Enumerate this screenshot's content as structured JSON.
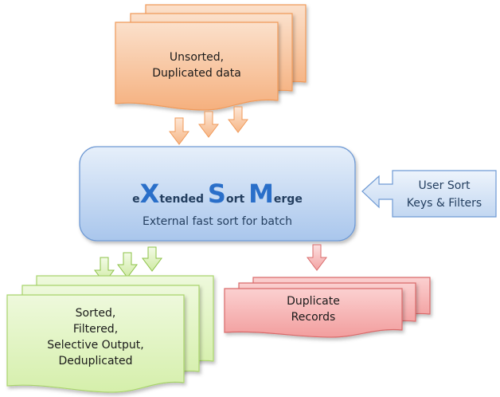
{
  "input_doc": {
    "lines": [
      "Unsorted,",
      "Duplicated data"
    ]
  },
  "xsm_box": {
    "title_parts": [
      {
        "text": "e",
        "big": false
      },
      {
        "text": "X",
        "big": true
      },
      {
        "text": "tended ",
        "big": false
      },
      {
        "text": "S",
        "big": true
      },
      {
        "text": "ort ",
        "big": false
      },
      {
        "text": "M",
        "big": true
      },
      {
        "text": "erge",
        "big": false
      }
    ],
    "subtitle": "External fast sort for batch"
  },
  "user_input": {
    "lines": [
      "User Sort",
      "Keys & Filters"
    ]
  },
  "output_doc": {
    "lines": [
      "Sorted,",
      "Filtered,",
      "Selective Output,",
      "Deduplicated"
    ]
  },
  "duplicates_doc": {
    "lines": [
      "Duplicate",
      "Records"
    ]
  },
  "colors": {
    "orange": "#f8c29a",
    "orange_stroke": "#f09a5a",
    "blue": "#c7dbf3",
    "blue_stroke": "#6f9ad4",
    "green": "#e4f5c8",
    "green_stroke": "#a9d46c",
    "red": "#f7b6b6",
    "red_stroke": "#d96b6b"
  }
}
